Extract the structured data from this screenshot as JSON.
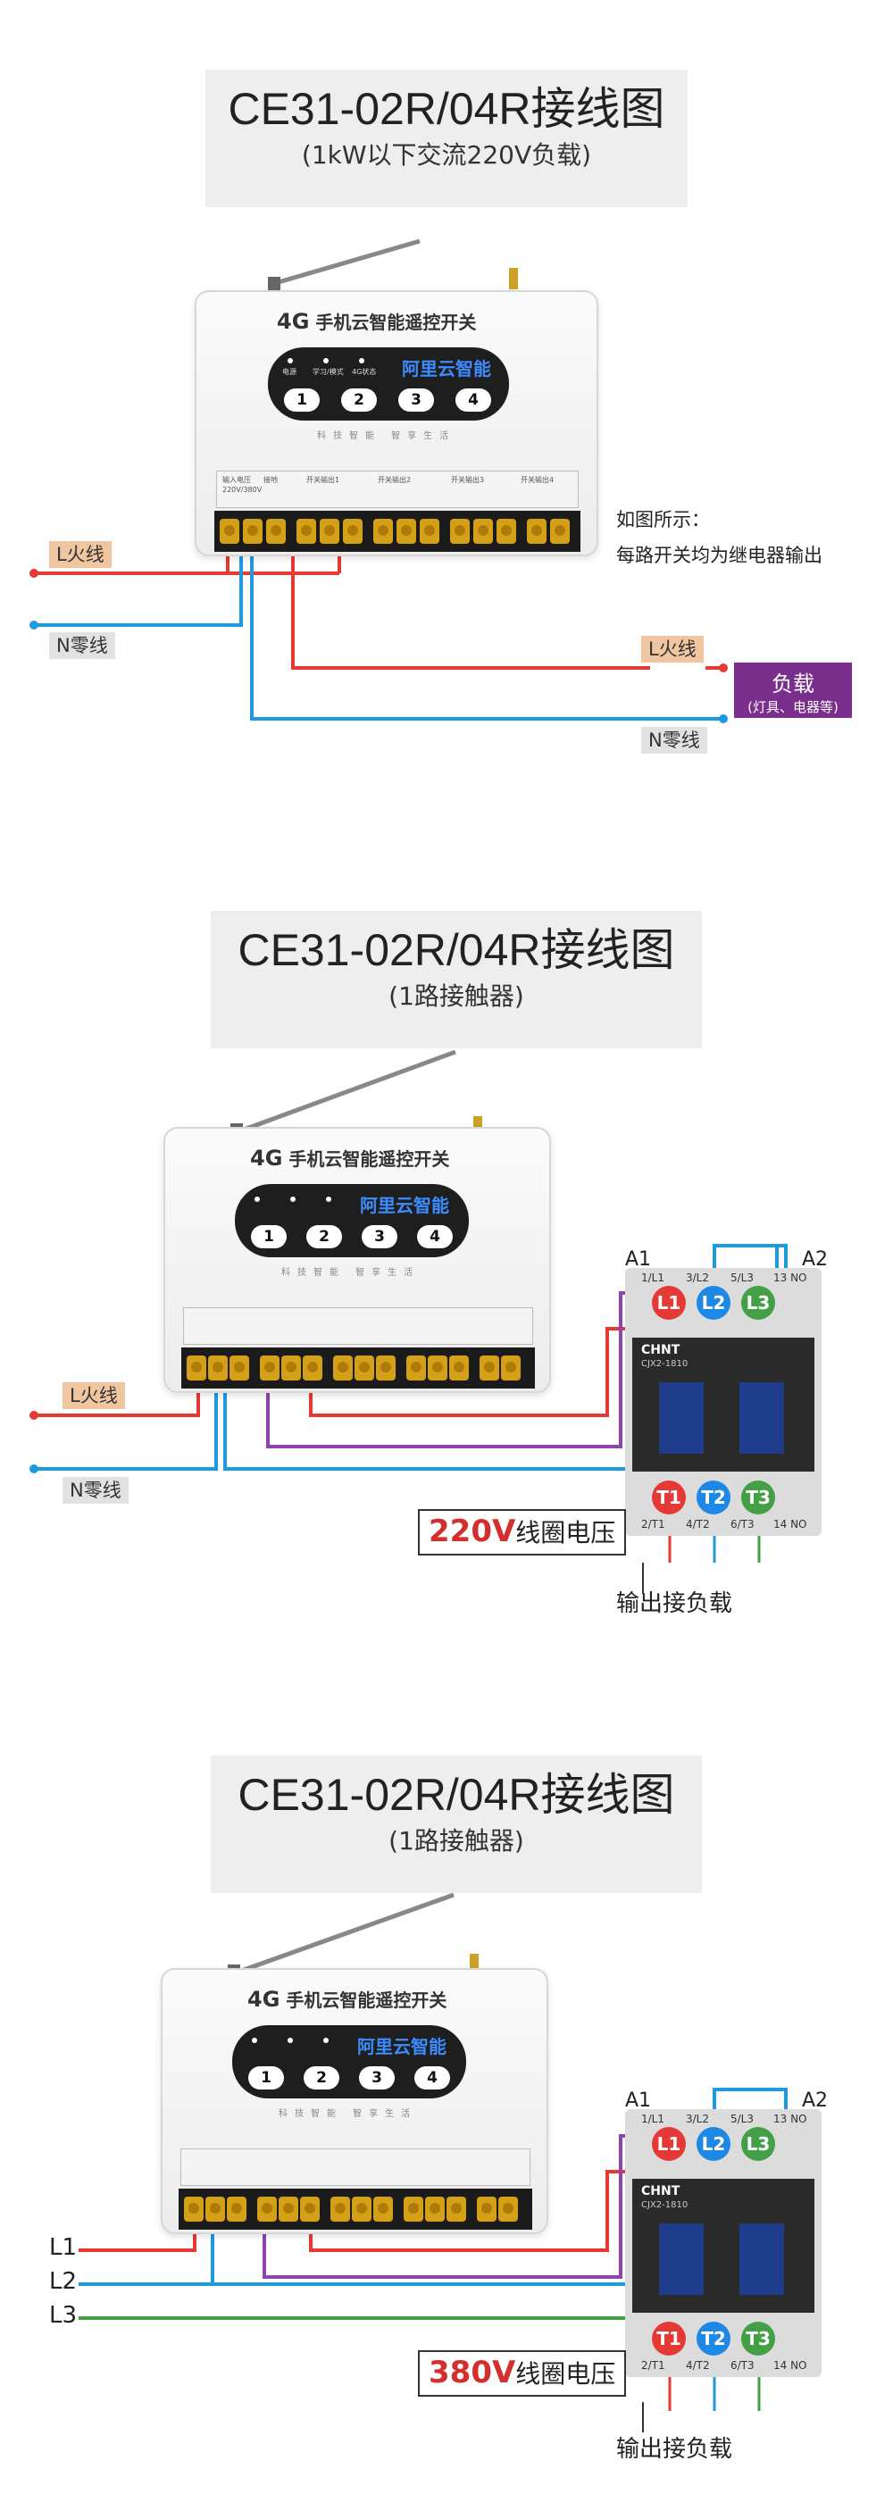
{
  "diagram1": {
    "title": "CE31-02R/04R接线图",
    "subtitle": "(1kW以下交流220V负载)",
    "note_line1": "如图所示：",
    "note_line2": "每路开关均为继电器输出",
    "label_L_in": "L火线",
    "label_N_in": "N零线",
    "label_L_out": "L火线",
    "label_N_out": "N零线",
    "load_title": "负载",
    "load_sub": "(灯具、电器等)"
  },
  "diagram2": {
    "title": "CE31-02R/04R接线图",
    "subtitle": "(1路接触器)",
    "label_L_in": "L火线",
    "label_N_in": "N零线",
    "coil_voltage": "220V",
    "coil_text": "线圈电压",
    "output_text": "输出接负载",
    "a1": "A1",
    "a2": "A2"
  },
  "diagram3": {
    "title": "CE31-02R/04R接线图",
    "subtitle": "(1路接触器)",
    "line1": "L1",
    "line2": "L2",
    "line3": "L3",
    "coil_voltage": "380V",
    "coil_text": "线圈电压",
    "output_text": "输出接负载",
    "a1": "A1",
    "a2": "A2"
  },
  "device": {
    "brand_4g": "4G",
    "brand_text": "手机云智能遥控开关",
    "panel_title": "阿里云智能",
    "button_labels": [
      "1",
      "2",
      "3",
      "4"
    ],
    "indicator_labels": [
      "电源",
      "学习/模式",
      "4G状态"
    ],
    "footer": "科技智能 智享生活",
    "strip_labels": [
      "输入电压",
      "接地",
      "开关输出1",
      "开关输出2",
      "开关输出3",
      "开关输出4"
    ],
    "strip_volt": "220V/380V"
  },
  "contactor": {
    "brand": "CHNT",
    "model": "CJX2-1810",
    "top_labels": [
      "1/L1",
      "3/L2",
      "5/L3",
      "13 NO"
    ],
    "bottom_labels": [
      "2/T1",
      "4/T2",
      "6/T3",
      "14 NO"
    ],
    "top_circles": [
      "L1",
      "L2",
      "L3"
    ],
    "bottom_circles": [
      "T1",
      "T2",
      "T3"
    ]
  },
  "colors": {
    "live": "#e53935",
    "neutral": "#1e9be0",
    "coil": "#8e44ad",
    "phase3": "#43a047",
    "accent": "#3d8cff"
  }
}
